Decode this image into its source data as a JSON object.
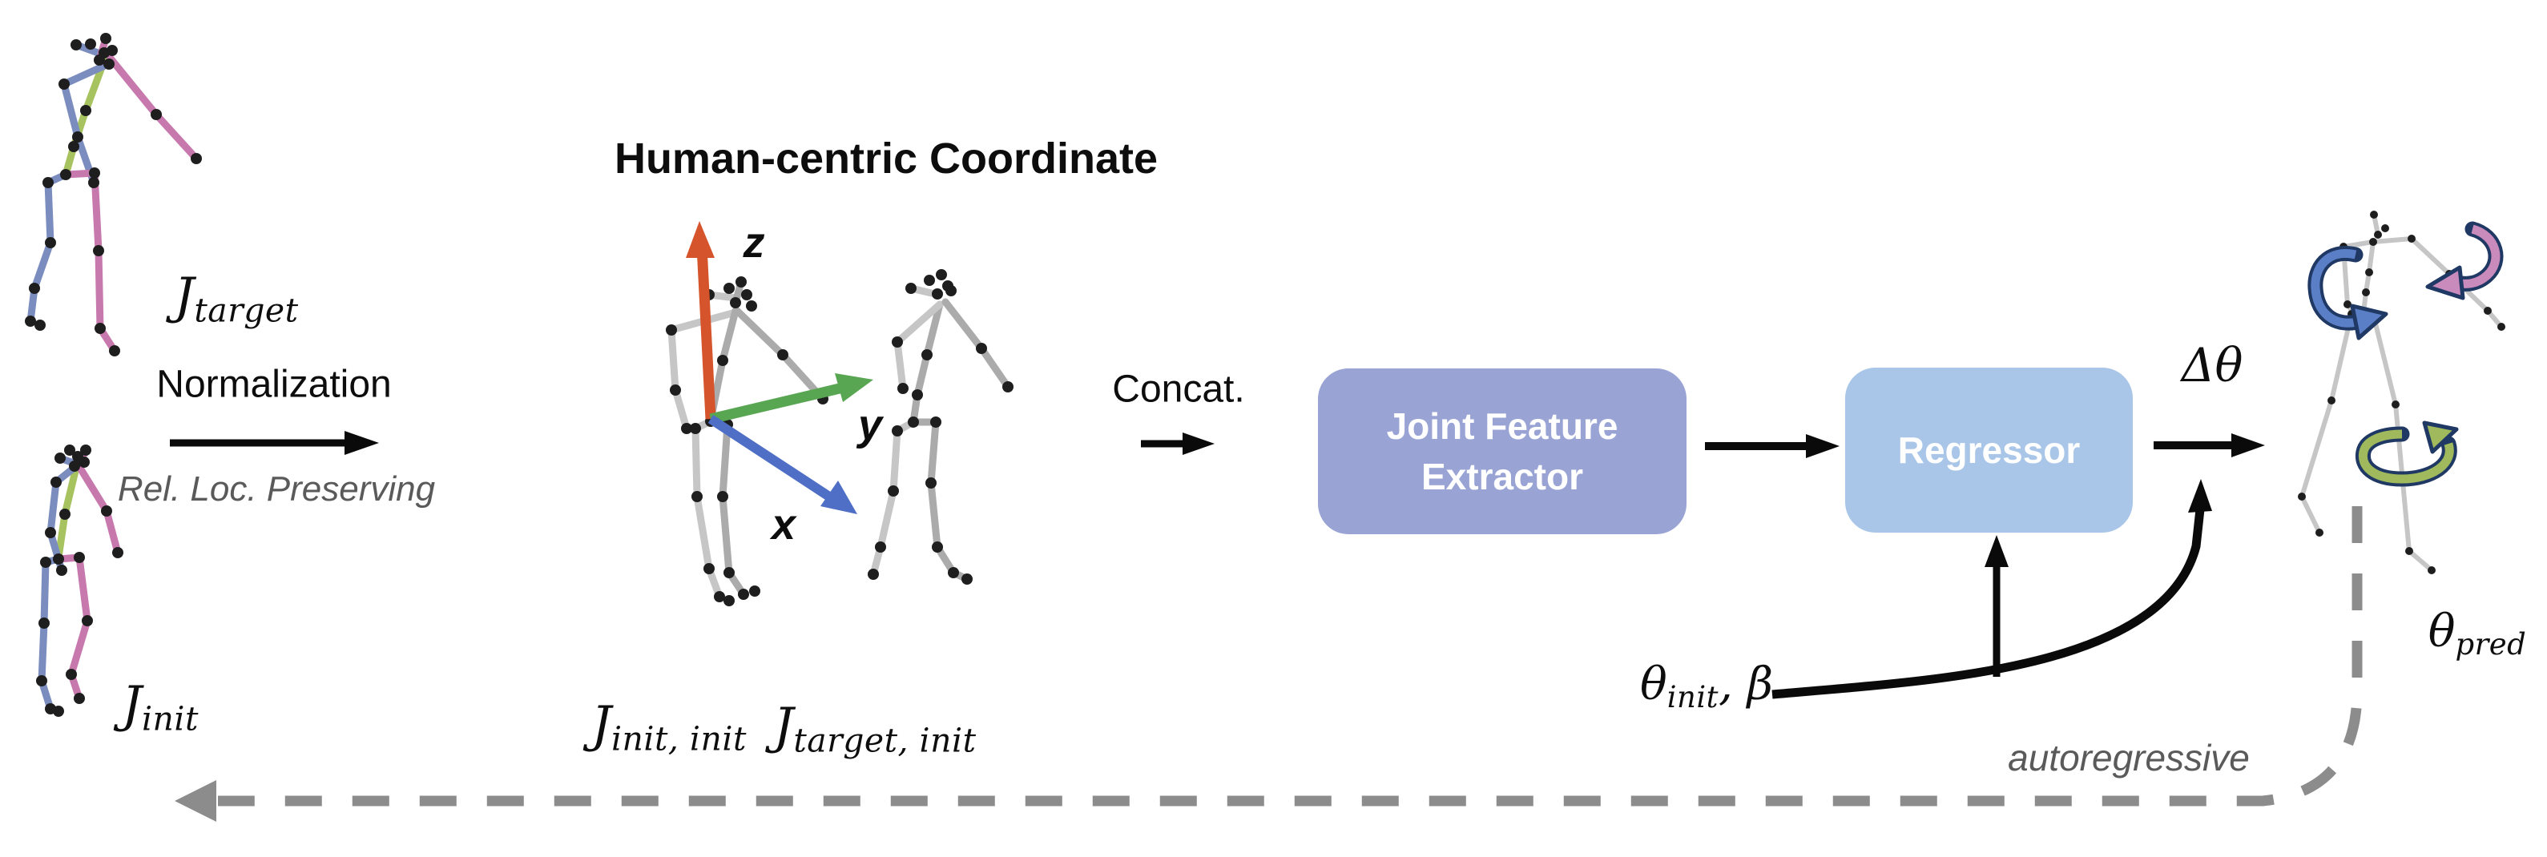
{
  "title": "Human-centric Coordinate",
  "flow": {
    "normalization": "Normalization",
    "rel_loc_preserving": "Rel. Loc. Preserving",
    "concat": "Concat.",
    "autoregressive": "autoregressive",
    "delta_theta": "Δθ"
  },
  "math_labels": {
    "j_target": {
      "base": "J",
      "sub": "target"
    },
    "j_init": {
      "base": "J",
      "sub": "init"
    },
    "j_init_init": {
      "base": "J",
      "sub": "init, init"
    },
    "j_target_init": {
      "base": "J",
      "sub": "target, init"
    },
    "theta_init_beta": {
      "base": "θ",
      "sub": "init",
      "rest": ", β"
    },
    "theta_pred": {
      "base": "θ",
      "sub": "pred"
    }
  },
  "boxes": {
    "joint_feature_extractor": {
      "line1": "Joint Feature",
      "line2": "Extractor"
    },
    "regressor": {
      "label": "Regressor"
    }
  },
  "axes": {
    "x": {
      "label": "x",
      "color": "#4F6EC5"
    },
    "y": {
      "label": "y",
      "color": "#58A552"
    },
    "z": {
      "label": "z",
      "color": "#D5542C"
    }
  },
  "colors": {
    "bone-blue": "#7B8DBF",
    "bone-pink": "#C779AE",
    "bone-green": "#A7C35F",
    "bone-gray": "#ABABAB",
    "bone-gray-light": "#C6C6C6",
    "joint-dark": "#1E1E1E",
    "arrow-black": "#0A0A0A",
    "dashed-gray": "#8C8C8C",
    "muted-text": "#5A5A5A",
    "rot-blue": "#5B7FC7",
    "rot-pink": "#C98BBC",
    "rot-green": "#9FB95C",
    "rot-outline": "#1F3864",
    "box-jfe": "#99A4D5",
    "box-regressor": "#A9C6E8"
  }
}
